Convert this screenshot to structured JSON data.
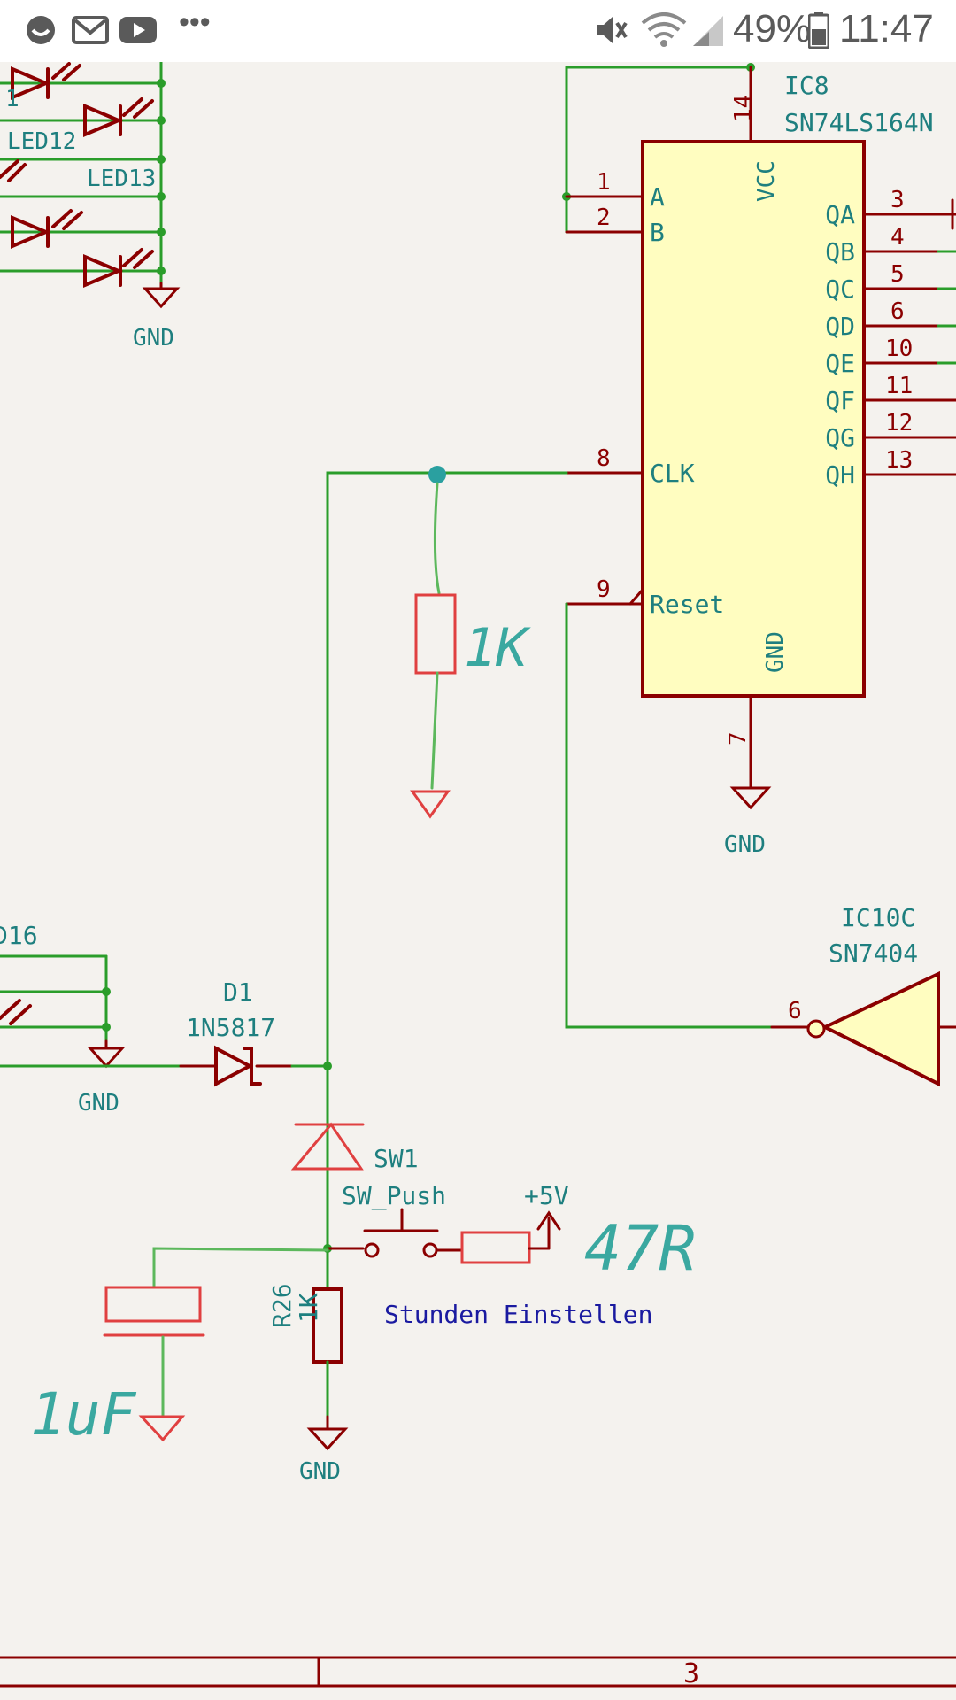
{
  "status_bar": {
    "battery_percent": "49%",
    "time": "11:47",
    "overflow": "•••",
    "icons": [
      "circle-app-icon",
      "gmail-icon",
      "youtube-icon",
      "mute-icon",
      "wifi-icon",
      "cell-signal-icon",
      "battery-icon"
    ]
  },
  "schematic": {
    "ic8": {
      "ref": "IC8",
      "part": "SN74LS164N",
      "vcc_label": "VCC",
      "gnd_label": "GND",
      "vcc_pin": "14",
      "gnd_pin": "7",
      "inputs": [
        {
          "name": "A",
          "pin": "1"
        },
        {
          "name": "B",
          "pin": "2"
        },
        {
          "name": "CLK",
          "pin": "8"
        },
        {
          "name": "Reset",
          "pin": "9"
        }
      ],
      "outputs": [
        {
          "name": "QA",
          "pin": "3"
        },
        {
          "name": "QB",
          "pin": "4"
        },
        {
          "name": "QC",
          "pin": "5"
        },
        {
          "name": "QD",
          "pin": "6"
        },
        {
          "name": "QE",
          "pin": "10"
        },
        {
          "name": "QF",
          "pin": "11"
        },
        {
          "name": "QG",
          "pin": "12"
        },
        {
          "name": "QH",
          "pin": "13"
        }
      ]
    },
    "ic10": {
      "ref": "IC10C",
      "part": "SN7404",
      "pin": "6"
    },
    "d1": {
      "ref": "D1",
      "part": "1N5817"
    },
    "sw1": {
      "ref": "SW1",
      "part": "SW_Push"
    },
    "r26": {
      "ref": "R26",
      "value": "1K"
    },
    "led_labels": {
      "led12": "LED12",
      "led13": "LED13",
      "d16": "D16",
      "left_partial": "1"
    },
    "power": {
      "plus5v": "+5V",
      "gnd": "GND"
    },
    "note": "Stunden Einstellen",
    "handwritten": {
      "r_1k": "1K",
      "r_47": "47R",
      "c_1uf": "1uF"
    },
    "frame": {
      "sheet_number": "3"
    }
  }
}
